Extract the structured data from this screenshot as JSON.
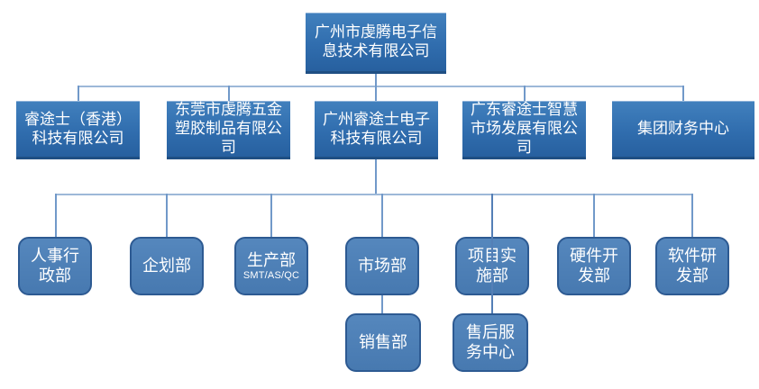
{
  "org_chart": {
    "title": "company organization chart",
    "colors": {
      "node_fill_top": "#4180bd",
      "node_fill_bottom": "#27609f",
      "node_border_dark": "#1f4f83",
      "rounded_fill": "#4d80b6",
      "rounded_border": "#2d5a92",
      "connector": "#7199c9",
      "text": "#ffffff",
      "background": "#ffffff"
    },
    "nodes": {
      "root": {
        "label": "广州市虔腾电子信\n息技术有限公司"
      },
      "level2": [
        {
          "label": "睿途士（香港）\n科技有限公司"
        },
        {
          "label": "东莞市虔腾五金\n塑胶制品有限公\n司"
        },
        {
          "label": "广州睿途士电子\n科技有限公司"
        },
        {
          "label": "广东睿途士智慧\n市场发展有限公\n司"
        },
        {
          "label": "集团财务中心"
        }
      ],
      "level3": [
        {
          "label": "人事行\n政部"
        },
        {
          "label": "企划部"
        },
        {
          "label": "生产部",
          "sublabel": "SMT/AS/QC"
        },
        {
          "label": "市场部"
        },
        {
          "label": "项目实\n施部"
        },
        {
          "label": "硬件开\n发部"
        },
        {
          "label": "软件研\n发部"
        }
      ],
      "level4": [
        {
          "label": "销售部"
        },
        {
          "label": "售后服\n务中心"
        }
      ]
    }
  }
}
